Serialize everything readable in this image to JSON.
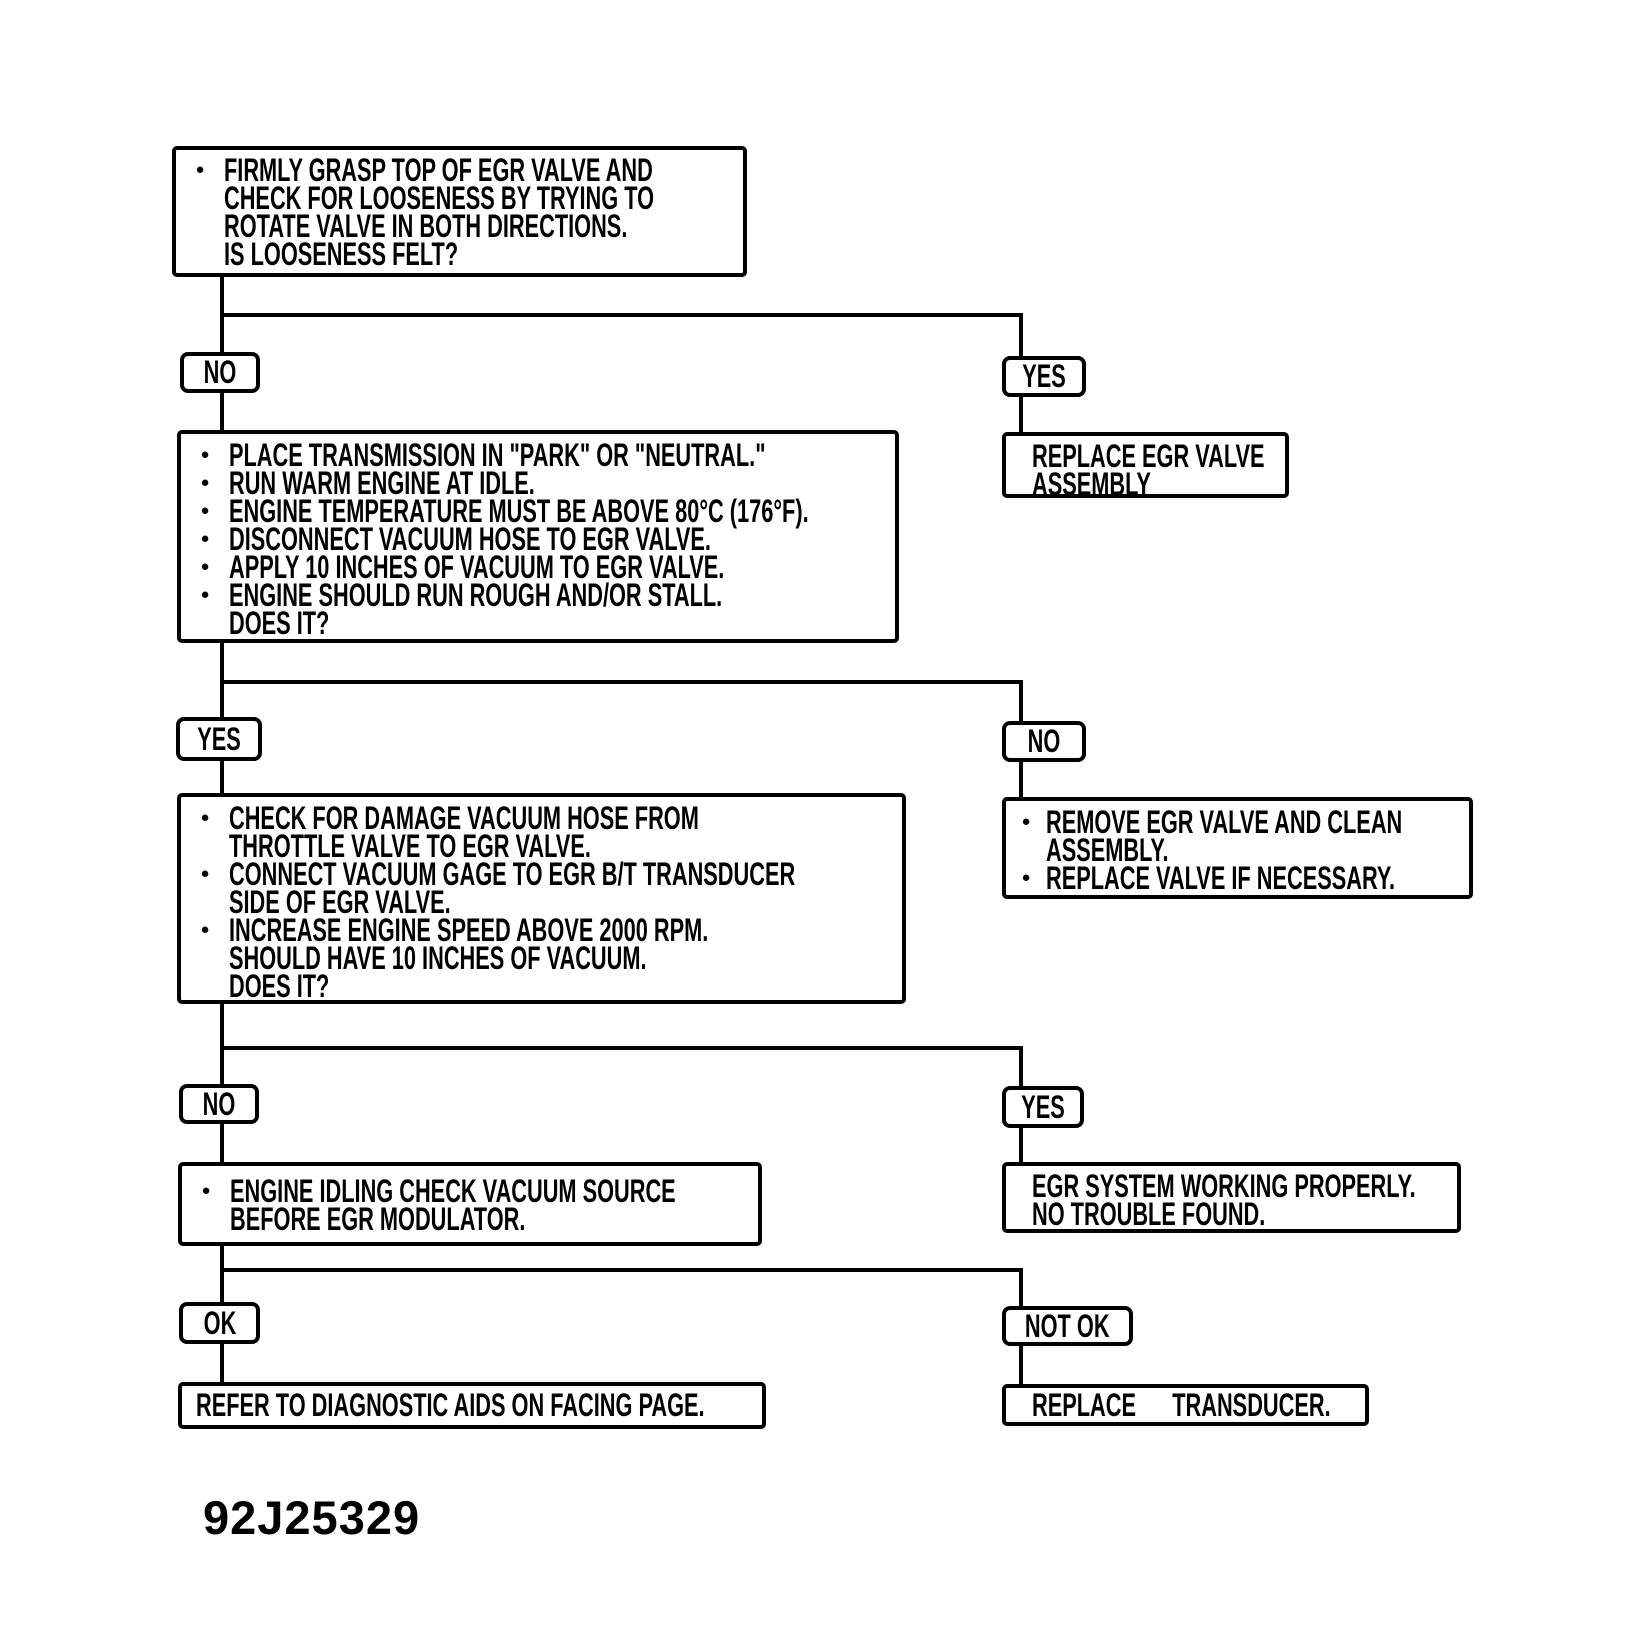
{
  "figure_id": "92J25329",
  "flow": {
    "q1": {
      "bullet_lines": [
        "FIRMLY GRASP TOP OF EGR VALVE AND",
        "CHECK FOR LOOSENESS BY TRYING TO",
        "ROTATE VALVE IN BOTH DIRECTIONS.",
        "IS LOOSENESS FELT?"
      ]
    },
    "d1_no": "NO",
    "d1_yes": "YES",
    "replace_egr": {
      "lines": [
        "REPLACE EGR VALVE",
        "ASSEMBLY"
      ]
    },
    "q2": {
      "bullets": [
        [
          "PLACE TRANSMISSION IN \"PARK\" OR \"NEUTRAL.\""
        ],
        [
          "RUN WARM ENGINE AT IDLE."
        ],
        [
          "ENGINE TEMPERATURE MUST BE ABOVE 80°C (176°F)."
        ],
        [
          "DISCONNECT VACUUM HOSE TO EGR VALVE."
        ],
        [
          "APPLY 10 INCHES OF VACUUM TO EGR VALVE."
        ],
        [
          "ENGINE SHOULD RUN ROUGH AND/OR STALL.",
          "DOES IT?"
        ]
      ]
    },
    "d2_yes": "YES",
    "d2_no": "NO",
    "q3": {
      "bullets": [
        [
          "CHECK FOR DAMAGE VACUUM HOSE FROM",
          "THROTTLE VALVE TO EGR VALVE."
        ],
        [
          "CONNECT VACUUM GAGE TO EGR B/T TRANSDUCER",
          "SIDE OF EGR VALVE."
        ],
        [
          "INCREASE ENGINE SPEED ABOVE 2000 RPM.",
          "SHOULD HAVE 10 INCHES OF VACUUM.",
          "DOES IT?"
        ]
      ]
    },
    "remove_clean": {
      "bullets": [
        [
          "REMOVE EGR VALVE AND CLEAN",
          "ASSEMBLY."
        ],
        [
          "REPLACE VALVE IF NECESSARY."
        ]
      ]
    },
    "d3_no": "NO",
    "d3_yes": "YES",
    "idle_check": {
      "bullet_lines": [
        "ENGINE IDLING CHECK VACUUM SOURCE",
        "BEFORE EGR MODULATOR."
      ]
    },
    "system_ok": {
      "lines": [
        "EGR SYSTEM WORKING PROPERLY.",
        "NO TROUBLE FOUND."
      ]
    },
    "d4_ok": "OK",
    "d4_notok": "NOT OK",
    "refer": "REFER TO DIAGNOSTIC AIDS ON FACING PAGE.",
    "replace_transducer": "REPLACE      TRANSDUCER."
  }
}
